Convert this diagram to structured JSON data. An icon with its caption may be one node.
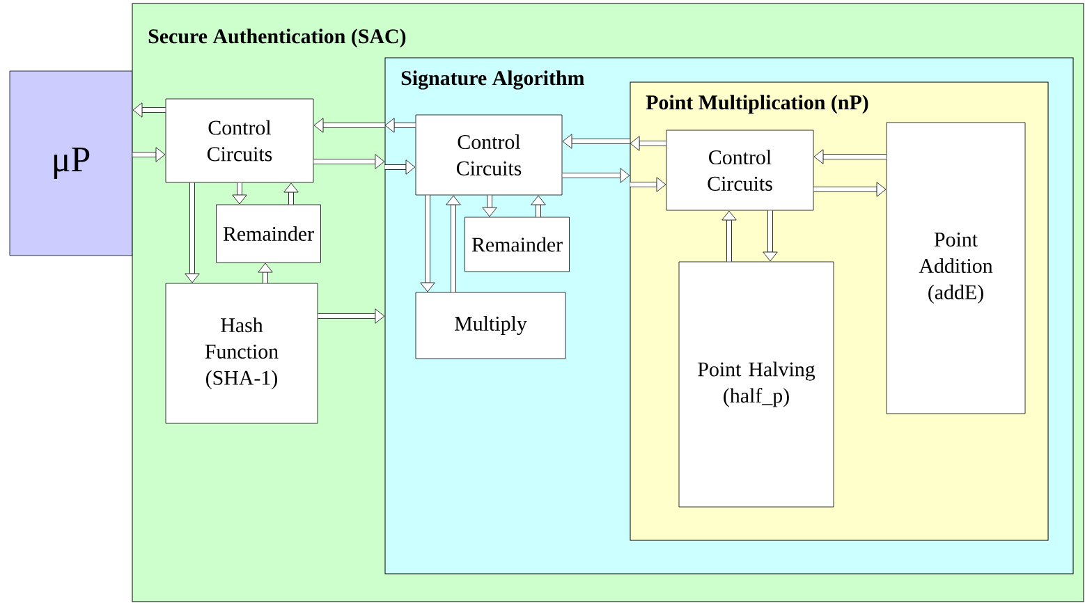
{
  "diagram": {
    "nodes": [
      {
        "text": [
          "μP"
        ]
      },
      {
        "text": [
          "Secure Authentication (SAC)"
        ]
      },
      {
        "text": [
          "Control Circuits"
        ],
        "in": 1
      },
      {
        "text": [
          "Remainder"
        ],
        "in": 1
      },
      {
        "text": [
          "Hash Function (SHA-1)"
        ],
        "in": 1
      },
      {
        "text": [
          "Signature Algorithm"
        ],
        "in": 1
      },
      {
        "text": [
          "Control Circuits"
        ],
        "in": 5
      },
      {
        "text": [
          "Remainder"
        ],
        "in": 5
      },
      {
        "text": [
          "Multiply"
        ],
        "in": 5
      },
      {
        "text": [
          "Point Multiplication (nP)"
        ],
        "in": 5
      },
      {
        "text": [
          "Control Circuits"
        ],
        "in": 9
      },
      {
        "text": [
          "Point Halving (half_p)"
        ],
        "in": 9
      },
      {
        "text": [
          "Point Addition (addE)"
        ],
        "in": 9
      }
    ],
    "edges": [
      {
        "from": 2,
        "to": 0,
        "arrow": "to"
      },
      {
        "from": 0,
        "to": 2,
        "arrow": "to"
      },
      {
        "from": 6,
        "to": 5,
        "arrow": "to"
      },
      {
        "from": 5,
        "to": 2,
        "arrow": "to"
      },
      {
        "from": 2,
        "to": 5,
        "arrow": "to"
      },
      {
        "from": 5,
        "to": 6,
        "arrow": "to"
      },
      {
        "from": 4,
        "to": 5,
        "arrow": "to"
      },
      {
        "from": 2,
        "to": 3,
        "arrow": "to"
      },
      {
        "from": 3,
        "to": 2,
        "arrow": "to"
      },
      {
        "from": 2,
        "to": 4,
        "arrow": "to"
      },
      {
        "from": 4,
        "to": 3,
        "arrow": "to"
      },
      {
        "from": 10,
        "to": 9,
        "arrow": "to"
      },
      {
        "from": 9,
        "to": 6,
        "arrow": "to"
      },
      {
        "from": 6,
        "to": 9,
        "arrow": "to"
      },
      {
        "from": 9,
        "to": 10,
        "arrow": "to"
      },
      {
        "from": 6,
        "to": 7,
        "arrow": "to"
      },
      {
        "from": 7,
        "to": 6,
        "arrow": "to"
      },
      {
        "from": 6,
        "to": 8,
        "arrow": "to"
      },
      {
        "from": 8,
        "to": 6,
        "arrow": "to"
      },
      {
        "from": 12,
        "to": 10,
        "arrow": "to"
      },
      {
        "from": 10,
        "to": 12,
        "arrow": "to"
      },
      {
        "from": 11,
        "to": 10,
        "arrow": "to"
      },
      {
        "from": 10,
        "to": 11,
        "arrow": "to"
      }
    ]
  }
}
